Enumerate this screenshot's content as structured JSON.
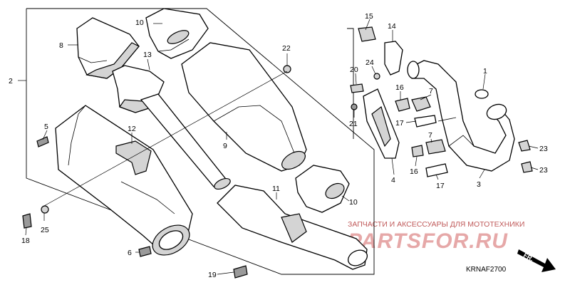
{
  "diagram": {
    "callouts": {
      "c1": "1",
      "c2": "2",
      "c3": "3",
      "c4": "4",
      "c5": "5",
      "c6": "6",
      "c7a": "7",
      "c7b": "7",
      "c8": "8",
      "c9": "9",
      "c10a": "10",
      "c10b": "10",
      "c11": "11",
      "c12": "12",
      "c13": "13",
      "c14": "14",
      "c15": "15",
      "c16a": "16",
      "c16b": "16",
      "c17a": "17",
      "c17b": "17",
      "c18": "18",
      "c19": "19",
      "c20": "20",
      "c21": "21",
      "c22": "22",
      "c23a": "23",
      "c23b": "23",
      "c24": "24",
      "c25": "25"
    },
    "code": "KRNAF2700",
    "direction": "FR."
  },
  "watermark": {
    "tagline": "ЗАПЧАСТИ И АКСЕССУАРЫ ДЛЯ МОТОТЕХНИКИ",
    "logo": "PARTSFOR.RU"
  },
  "colors": {
    "line": "#000000",
    "shade": "#d4d4d4",
    "watermark": "#e6a8a8"
  }
}
